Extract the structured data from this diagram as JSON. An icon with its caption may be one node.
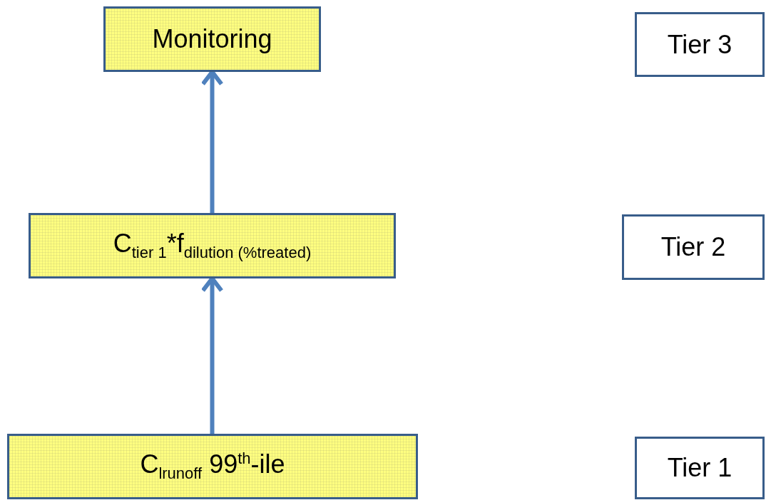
{
  "diagram": {
    "nodes": [
      {
        "text": [
          "Monitoring"
        ]
      },
      {
        "text": [
          "C$_{tier 1}$*f$_{dilution (%treated)}$"
        ]
      },
      {
        "text": [
          "C$_{lrunoff}$ 99$^{th}$-ile"
        ]
      },
      {
        "text": [
          "Tier 3"
        ]
      },
      {
        "text": [
          "Tier 2"
        ]
      },
      {
        "text": [
          "Tier 1"
        ]
      }
    ],
    "edges": [
      {
        "from": 2,
        "to": 1,
        "arrow": "to"
      },
      {
        "from": 1,
        "to": 0,
        "arrow": "to"
      }
    ]
  }
}
